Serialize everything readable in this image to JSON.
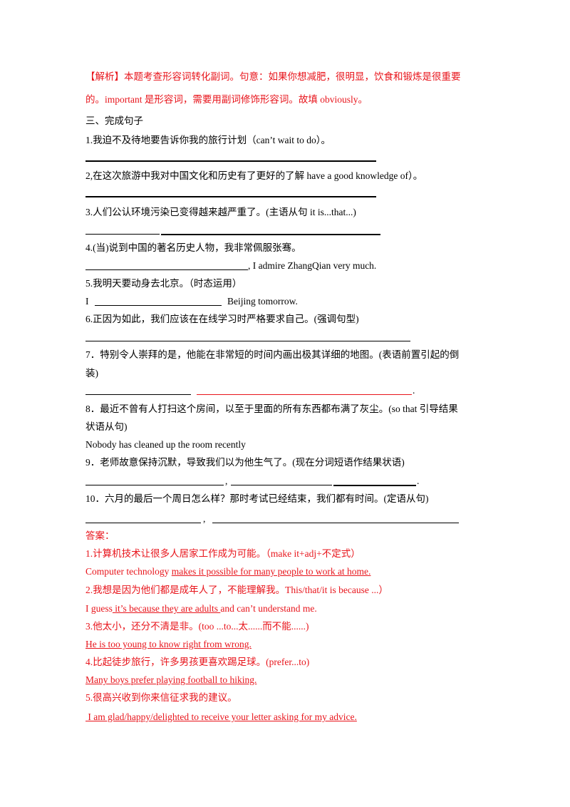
{
  "analysis": {
    "line1": "【解析】本题考查形容词转化副词。句意：如果你想减肥，很明显，饮食和锻炼是很重要",
    "line2": "的。important 是形容词，需要用副词修饰形容词。故填 obviously。"
  },
  "section_title": "三、完成句子",
  "questions": {
    "q1": "1.我迫不及待地要告诉你我的旅行计划（can’t wait to do）。",
    "q2": "2,在这次旅游中我对中国文化和历史有了更好的了解 have a good knowledge of）。",
    "q3": "3.人们公认环境污染已变得越来越严重了。(主语从句 it is...that...)",
    "q4": "4.(当)说到中国的著名历史人物，我非常佩服张骞。",
    "q4_tail": ", I admire ZhangQian very much.",
    "q5": "5.我明天要动身去北京。（时态运用）",
    "q5_head": "I",
    "q5_tail": "Beijing tomorrow.",
    "q6": "6.正因为如此，我们应该在在线学习时严格要求自己。(强调句型)",
    "q7a": "7．特别令人崇拜的是，他能在非常短的时间内画出极其详细的地图。(表语前置引起的倒",
    "q7b": "装)",
    "q8a": "8．最近不曾有人打扫这个房间，以至于里面的所有东西都布满了灰尘。(so that 引导结果",
    "q8b": "状语从句)",
    "q8_given": "Nobody has cleaned up the room recently",
    "q9": "9．老师故意保持沉默，导致我们以为他生气了。(现在分词短语作结果状语)",
    "q10": "10．六月的最后一个周日怎么样？那时考试已经结束，我们都有时间。(定语从句)",
    "comma": ",",
    "period": "."
  },
  "answers": {
    "title": "答案：",
    "a1_q": "1.计算机技术让很多人居家工作成为可能。（make it+adj+不定式）",
    "a1_start": "Computer technology",
    "a1_ul": "makes it possible for many people to work at home.",
    "a2_q": "2.我想是因为他们都是成年人了，不能理解我。This/that/it is because ...）",
    "a2_start": "I guess",
    "a2_ul": " it’s because they are adults ",
    "a2_end": "and can’t understand me.",
    "a3_q": "3.他太小，还分不清是非。(too ...to...太......而不能......)",
    "a3_ul": "He is too young to know right from wrong.",
    "a4_q": "4.比起徒步旅行，许多男孩更喜欢踢足球。(prefer...to)",
    "a4_ul": "Many boys prefer playing football to hiking.",
    "a5_q": "5.很高兴收到你来信征求我的建议。",
    "a5_ul": " I am glad/happy/delighted to receive your letter asking for my advice."
  },
  "colors": {
    "answer_red": "#e8141b",
    "text": "#000000"
  }
}
